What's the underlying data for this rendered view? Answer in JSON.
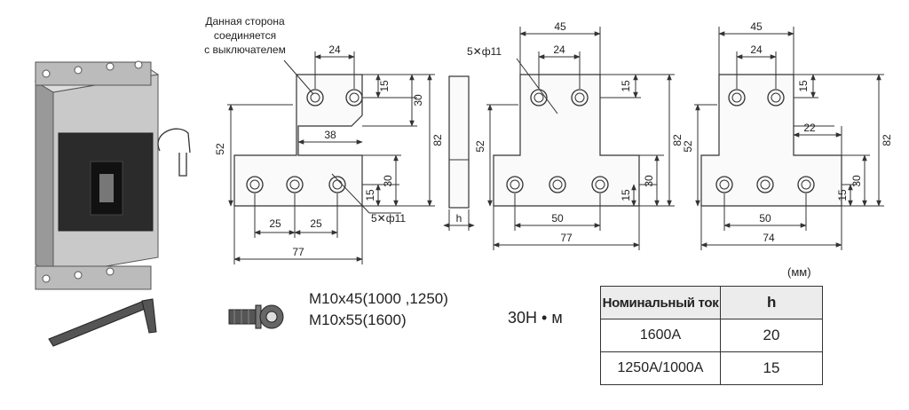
{
  "note_text": [
    "Данная сторона",
    "соединяется",
    "с выключателем"
  ],
  "hole_callouts": {
    "left": "5✕ф11",
    "middle": "5✕ф11"
  },
  "plate_left": {
    "dims": {
      "top_spacing": "24",
      "offset": "38",
      "bottom_spacing_1": "25",
      "bottom_spacing_2": "25",
      "width": "77",
      "left_height": "52",
      "total_height": "82",
      "top_v_15": "15",
      "top_v_30": "30",
      "bot_v_15": "15",
      "bot_v_30": "30"
    }
  },
  "side_view": {
    "thickness_label": "h"
  },
  "plate_mid": {
    "dims": {
      "top_width": "45",
      "top_spacing": "24",
      "bottom_spacing": "50",
      "width": "77",
      "left_height": "52",
      "total_height": "82",
      "top_v_15": "15",
      "bot_v_15": "15",
      "bot_v_30": "30"
    }
  },
  "plate_right": {
    "dims": {
      "top_width": "45",
      "top_spacing": "24",
      "offset": "22",
      "bottom_spacing": "50",
      "width": "74",
      "left_height": "52",
      "total_height": "82",
      "top_v_15": "15",
      "bot_v_15": "15",
      "bot_v_30": "30"
    }
  },
  "bolts": {
    "line1": "M10x45(1000 ,1250)",
    "line2": "M10x55(1600)"
  },
  "torque": "30Н • м",
  "units": "(мм)",
  "table": {
    "headers": [
      "Номинальный ток",
      "h"
    ],
    "rows": [
      [
        "1600A",
        "20"
      ],
      [
        "1250A/1000A",
        "15"
      ]
    ]
  }
}
